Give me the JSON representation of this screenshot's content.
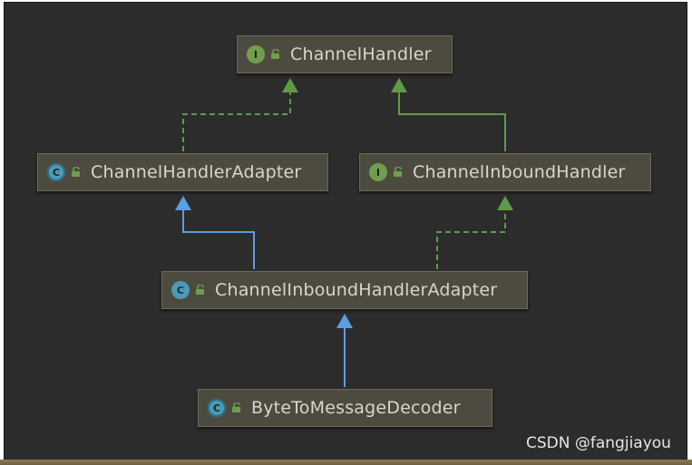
{
  "diagram": {
    "nodes": [
      {
        "id": "channel-handler",
        "label": "ChannelHandler",
        "badge": "I",
        "kind": "interface"
      },
      {
        "id": "channel-handler-adapter",
        "label": "ChannelHandlerAdapter",
        "badge": "C",
        "kind": "abstract-class"
      },
      {
        "id": "channel-inbound-handler",
        "label": "ChannelInboundHandler",
        "badge": "I",
        "kind": "interface"
      },
      {
        "id": "channel-inbound-handler-adapter",
        "label": "ChannelInboundHandlerAdapter",
        "badge": "C",
        "kind": "class"
      },
      {
        "id": "byte-to-message-decoder",
        "label": "ByteToMessageDecoder",
        "badge": "C",
        "kind": "abstract-class"
      }
    ],
    "edges": [
      {
        "from": "channel-handler-adapter",
        "to": "channel-handler",
        "type": "implements"
      },
      {
        "from": "channel-inbound-handler",
        "to": "channel-handler",
        "type": "extends-interface"
      },
      {
        "from": "channel-inbound-handler-adapter",
        "to": "channel-handler-adapter",
        "type": "extends"
      },
      {
        "from": "channel-inbound-handler-adapter",
        "to": "channel-inbound-handler",
        "type": "implements"
      },
      {
        "from": "byte-to-message-decoder",
        "to": "channel-inbound-handler-adapter",
        "type": "extends"
      }
    ],
    "colors": {
      "background": "#2c2c2c",
      "node_fill": "#4d4b3f",
      "interface_badge": "#6f9f4e",
      "class_badge": "#4a9bb8",
      "implements_edge": "#5f9b47",
      "extends_edge": "#5b9fe3"
    }
  },
  "watermark": "CSDN @fangjiayou"
}
